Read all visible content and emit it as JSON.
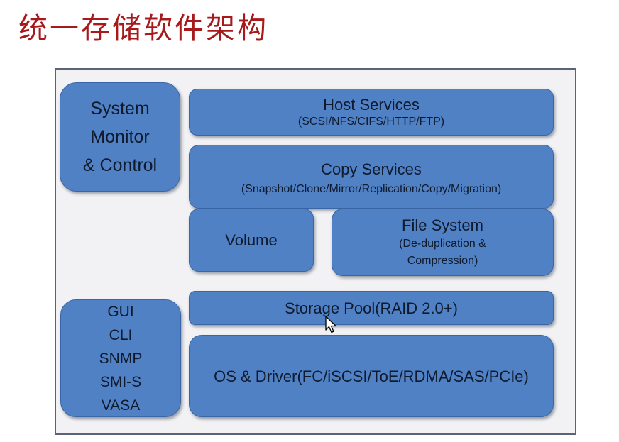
{
  "title": "统一存储软件架构",
  "diagram": {
    "system_monitor": {
      "lines": [
        "System",
        "Monitor",
        "& Control"
      ]
    },
    "host_services": {
      "title": "Host Services",
      "subtitle": "(SCSI/NFS/CIFS/HTTP/FTP)"
    },
    "copy_services": {
      "title": "Copy Services",
      "subtitle": "(Snapshot/Clone/Mirror/Replication/Copy/Migration)"
    },
    "volume": {
      "title": "Volume"
    },
    "file_system": {
      "title": "File System",
      "subtitle_line1": "(De-duplication &",
      "subtitle_line2": "Compression)"
    },
    "storage_pool": {
      "title": "Storage Pool(RAID 2.0+)"
    },
    "os_driver": {
      "title": "OS & Driver(FC/iSCSI/ToE/RDMA/SAS/PCIe)"
    },
    "interfaces": {
      "items": [
        "GUI",
        "CLI",
        "SNMP",
        "SMI-S",
        "VASA"
      ]
    }
  },
  "colors": {
    "box_fill": "#4f81c4",
    "title_red": "#a8191c",
    "frame_bg": "#f2f2f4"
  }
}
